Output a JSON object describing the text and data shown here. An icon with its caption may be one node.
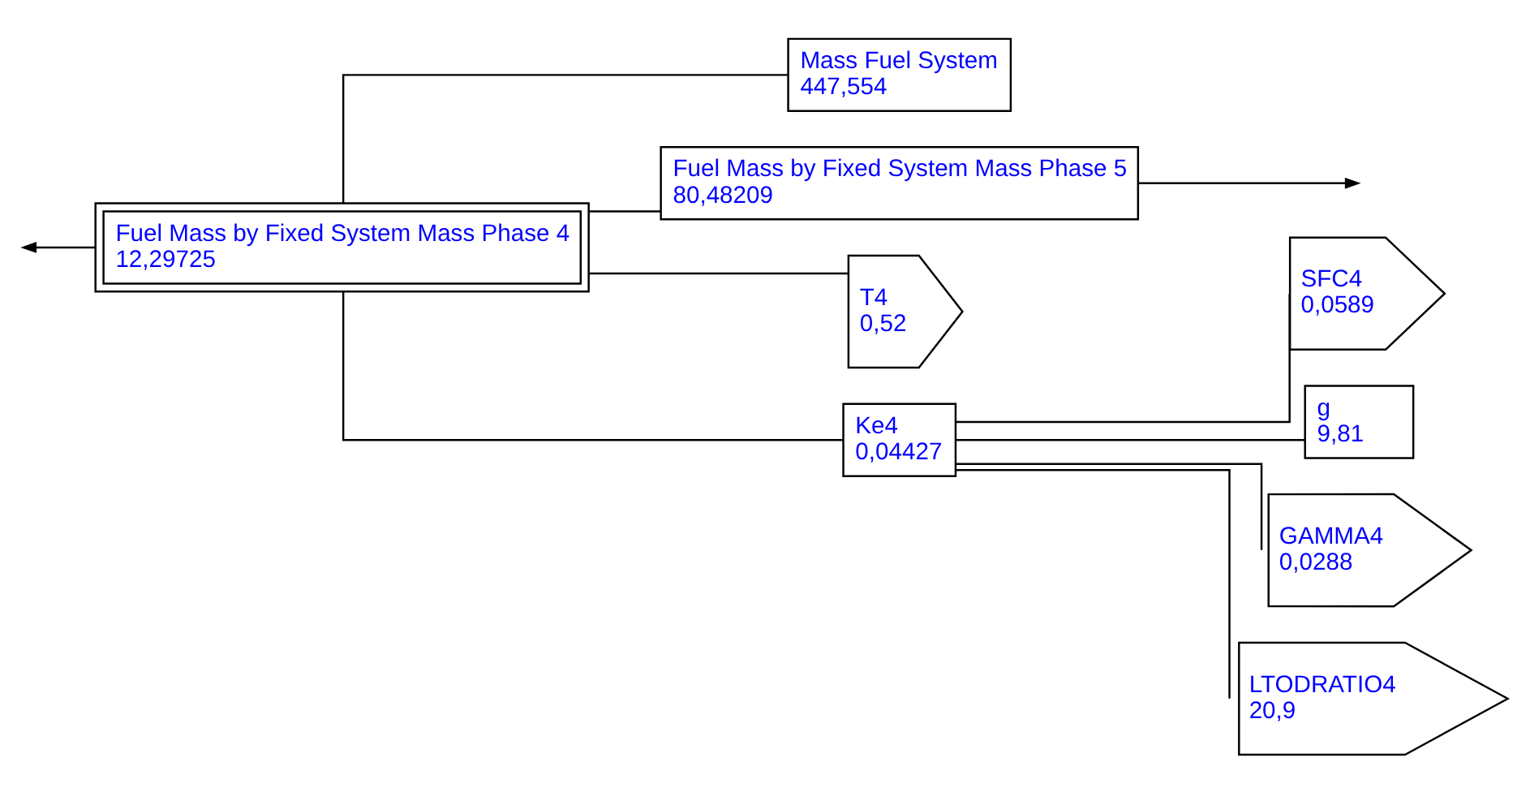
{
  "diagram": {
    "nodes": [
      {
        "text": [
          "Fuel Mass by Fixed System Mass Phase 4",
          "12,29725"
        ]
      },
      {
        "text": [
          "Mass Fuel System",
          "447,554"
        ]
      },
      {
        "text": [
          "Fuel Mass by Fixed System Mass Phase 5",
          "80,48209"
        ]
      },
      {
        "text": [
          "T4",
          "0,52"
        ]
      },
      {
        "text": [
          "Ke4",
          "0,04427"
        ]
      },
      {
        "text": [
          "SFC4",
          "0,0589"
        ]
      },
      {
        "text": [
          "g",
          "9,81"
        ]
      },
      {
        "text": [
          "GAMMA4",
          "0,0288"
        ]
      },
      {
        "text": [
          "LTODRATIO4",
          "20,9"
        ]
      }
    ],
    "edges": [
      {
        "from": 0,
        "to": null,
        "arrow": "to"
      },
      {
        "from": 0,
        "to": 1,
        "arrow": "none"
      },
      {
        "from": 0,
        "to": 2,
        "arrow": "none"
      },
      {
        "from": 2,
        "to": null,
        "arrow": "to"
      },
      {
        "from": 0,
        "to": 3,
        "arrow": "none"
      },
      {
        "from": 0,
        "to": 4,
        "arrow": "none"
      },
      {
        "from": 4,
        "to": 5,
        "arrow": "none"
      },
      {
        "from": 4,
        "to": 6,
        "arrow": "none"
      },
      {
        "from": 4,
        "to": 7,
        "arrow": "none"
      },
      {
        "from": 4,
        "to": 8,
        "arrow": "none"
      }
    ]
  }
}
